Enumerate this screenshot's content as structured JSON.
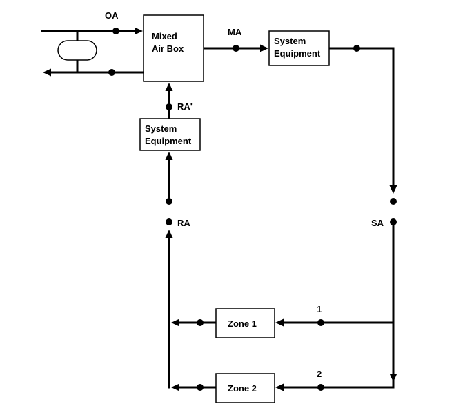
{
  "labels": {
    "oa": "OA",
    "ma": "MA",
    "ra_prime": "RA'",
    "ra": "RA",
    "sa": "SA",
    "zone1_point": "1",
    "zone2_point": "2"
  },
  "boxes": {
    "mixed_air_box": {
      "line1": "Mixed",
      "line2": "Air Box"
    },
    "system_equipment_supply": {
      "line1": "System",
      "line2": "Equipment"
    },
    "system_equipment_return": {
      "line1": "System",
      "line2": "Equipment"
    },
    "zone1": {
      "label": "Zone 1"
    },
    "zone2": {
      "label": "Zone 2"
    }
  },
  "colors": {
    "line": "#000000",
    "background": "#ffffff",
    "box_fill": "#ffffff"
  }
}
